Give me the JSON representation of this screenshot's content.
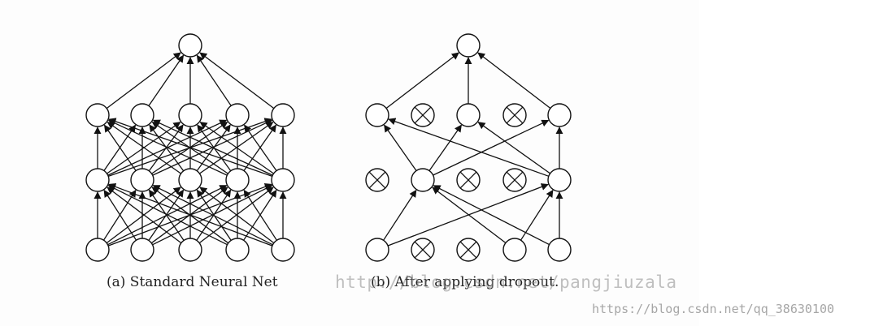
{
  "diagram": {
    "panels": [
      {
        "id": "standard",
        "caption": "(a) Standard Neural Net",
        "layers": [
          {
            "units": 5,
            "dropped": []
          },
          {
            "units": 5,
            "dropped": []
          },
          {
            "units": 5,
            "dropped": []
          },
          {
            "units": 1,
            "dropped": []
          }
        ]
      },
      {
        "id": "dropout",
        "caption": "(b) After applying dropout.",
        "layers": [
          {
            "units": 5,
            "dropped": [
              1,
              2
            ]
          },
          {
            "units": 5,
            "dropped": [
              0,
              2,
              3
            ]
          },
          {
            "units": 5,
            "dropped": [
              1,
              3
            ]
          },
          {
            "units": 1,
            "dropped": []
          }
        ]
      }
    ]
  },
  "watermarks": {
    "center": "http://blog.csdn.net/pangjiuzala",
    "corner": "https://blog.csdn.net/qq_38630100"
  }
}
